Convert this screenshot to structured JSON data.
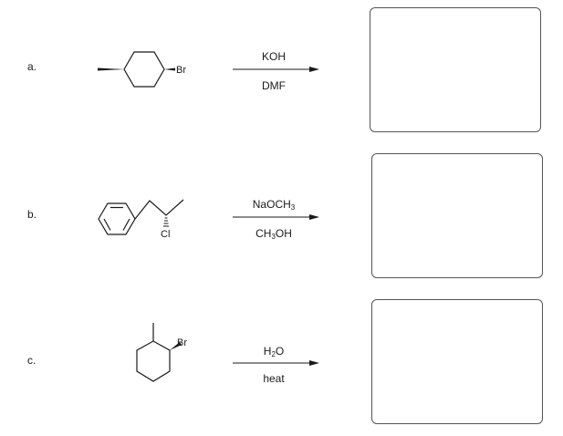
{
  "problems": [
    {
      "letter": "a.",
      "reagent_parts": [
        "KOH"
      ],
      "solvent_parts": [
        "DMF"
      ],
      "atom_label": "Br"
    },
    {
      "letter": "b.",
      "reagent_parts": [
        "NaOCH",
        "3"
      ],
      "solvent_parts": [
        "CH",
        "3",
        "OH"
      ],
      "atom_label": "Cl"
    },
    {
      "letter": "c.",
      "reagent_parts": [
        "H",
        "2",
        "O"
      ],
      "solvent_parts": [
        "heat"
      ],
      "atom_label": "Br"
    }
  ]
}
